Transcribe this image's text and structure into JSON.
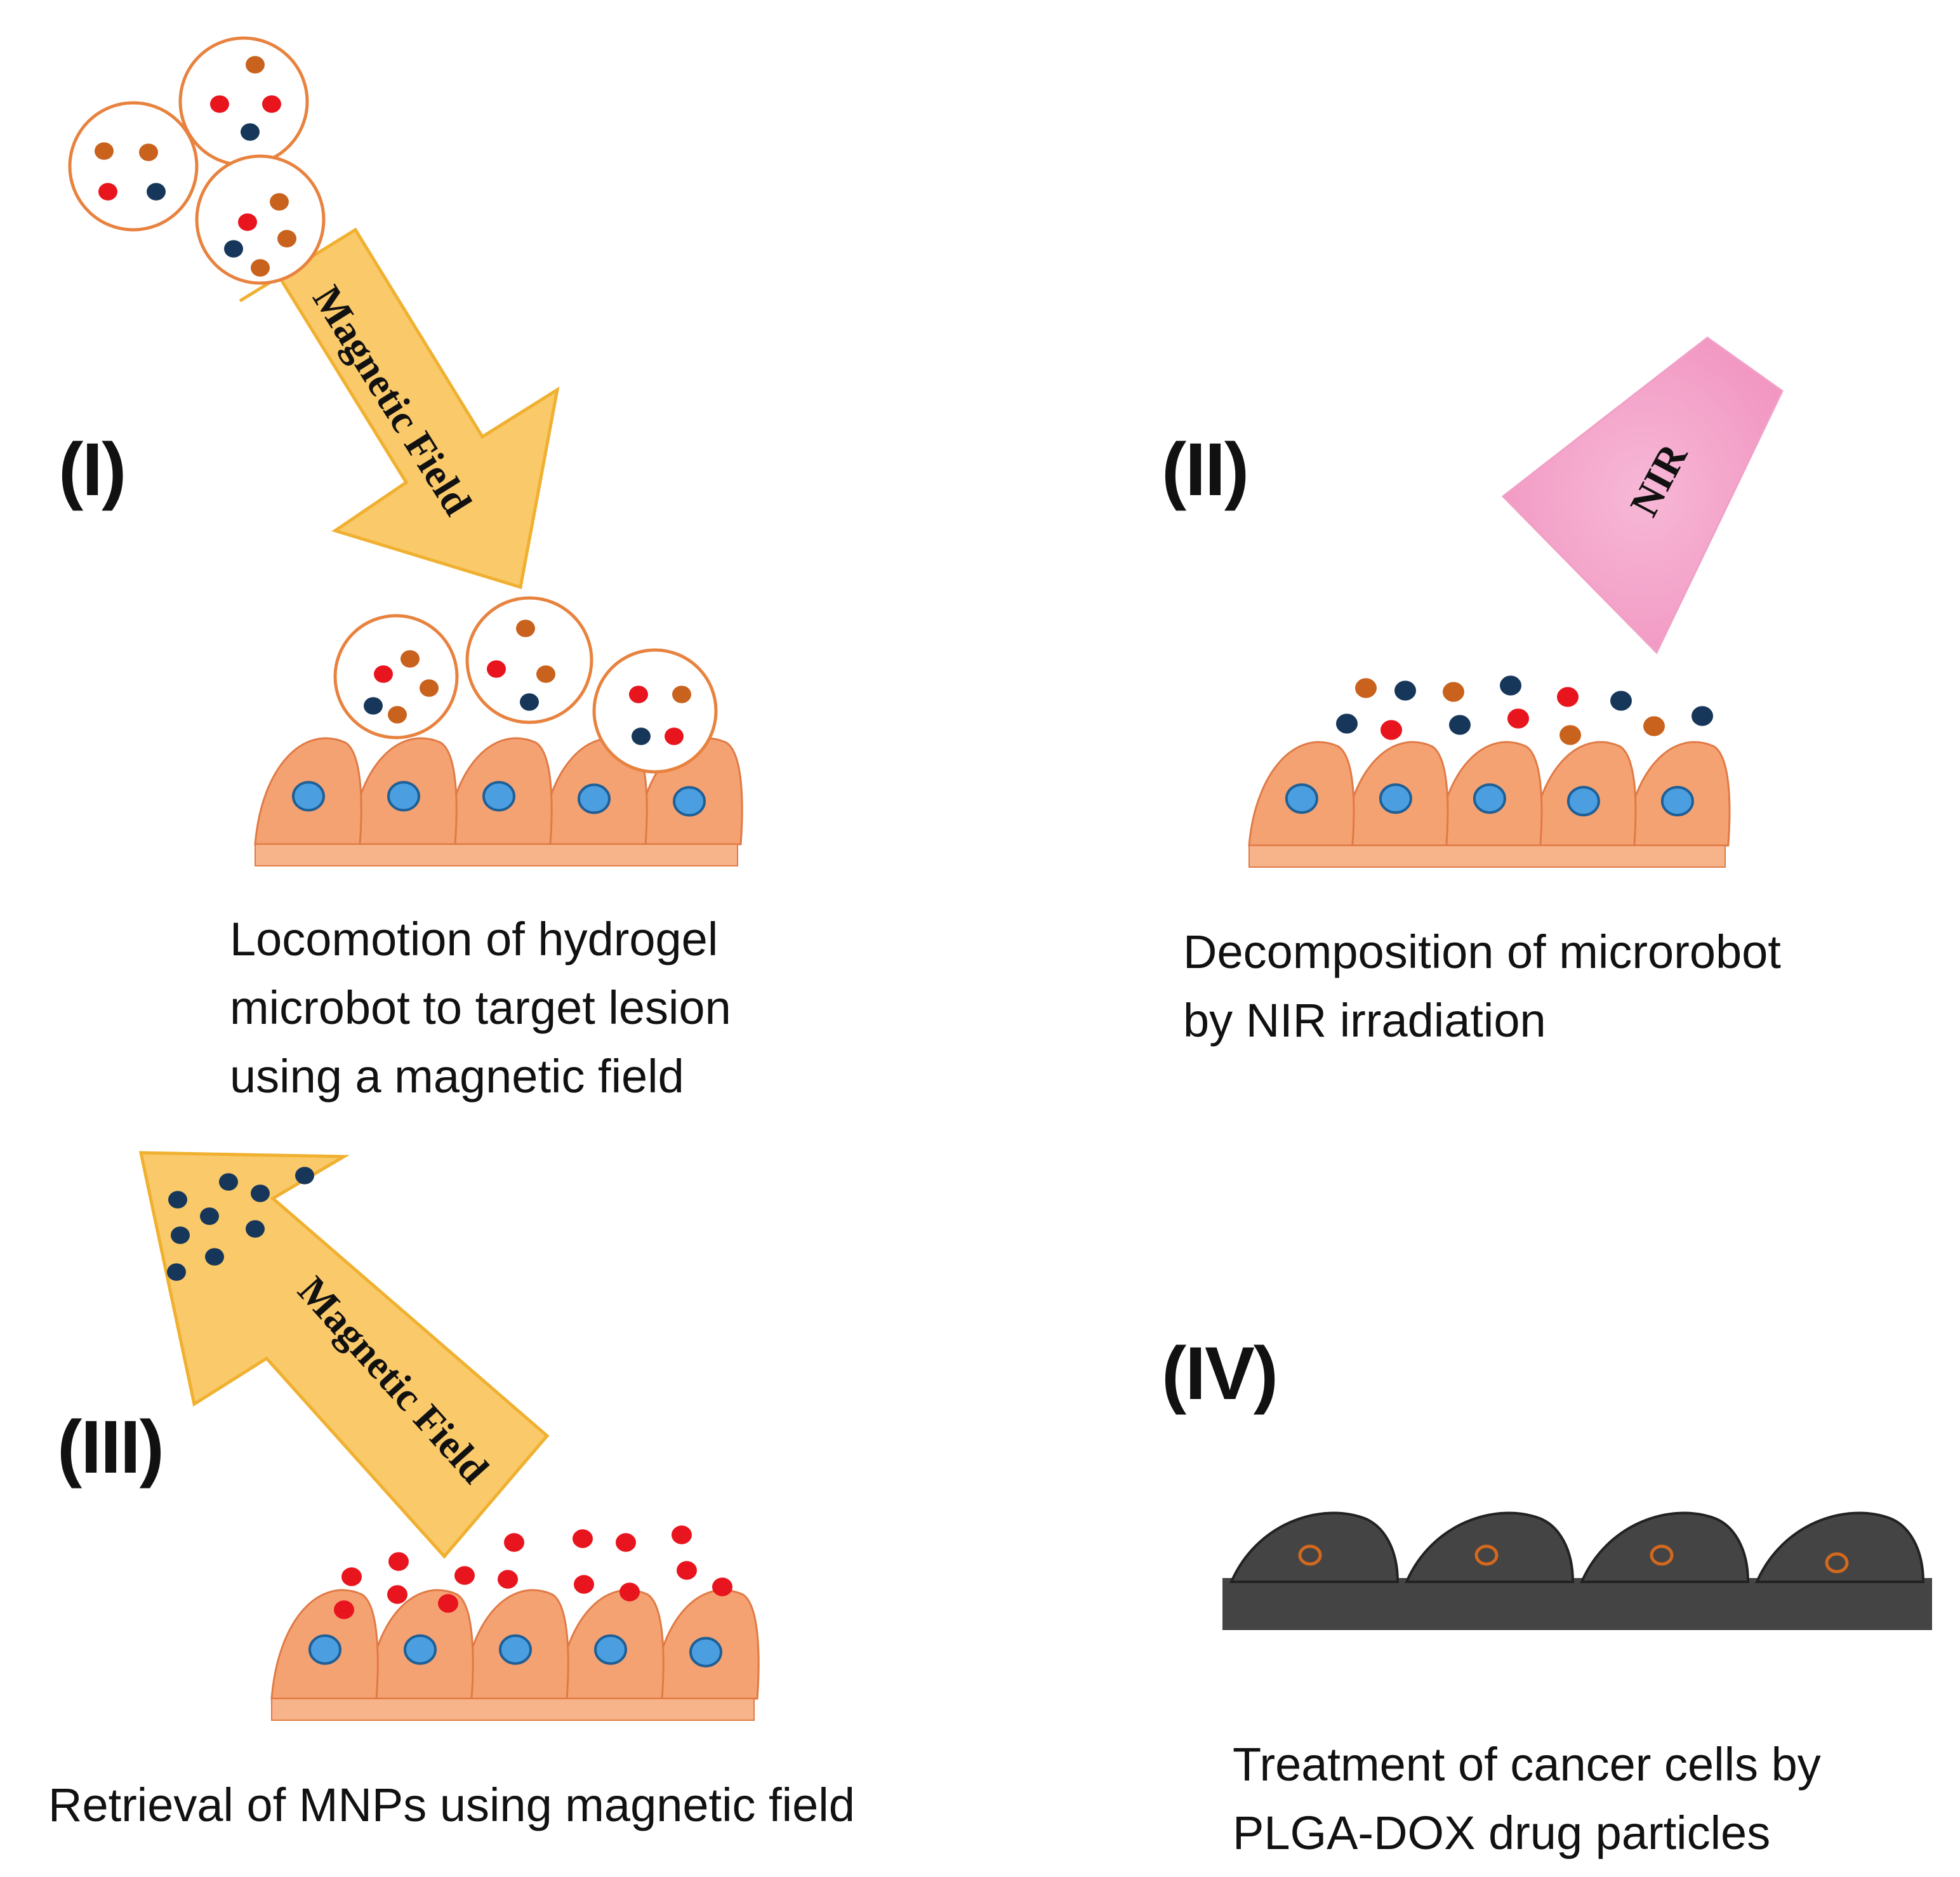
{
  "panels": {
    "p1": {
      "label": "(I)",
      "arrow_label": "Magnetic Field",
      "caption": [
        "Locomotion of hydrogel",
        "microbot to target lesion",
        "using a magnetic field"
      ]
    },
    "p2": {
      "label": "(II)",
      "beam_label": "NIR",
      "caption": [
        "Decomposition of microrobot",
        "by NIR irradiation"
      ]
    },
    "p3": {
      "label": "(III)",
      "arrow_label": "Magnetic Field",
      "caption": [
        "Retrieval of MNPs using magnetic field"
      ]
    },
    "p4": {
      "label": "(IV)",
      "caption": [
        "Treatment of cancer cells by",
        "PLGA-DOX drug particles"
      ]
    }
  },
  "colors": {
    "cell": "#f5a273",
    "cell_edge": "#e07a45",
    "base": "#f7b48a",
    "nucleus": "#4b9fe0",
    "nucleus_edge": "#1f5f95",
    "shell": "#e8823f",
    "drug_red": "#e8141e",
    "drug_orange": "#c8621c",
    "mnp_navy": "#17375a",
    "arrow_fill": "#f9c96a",
    "arrow_edge": "#f0b030",
    "nir": "#f3a6c8",
    "cancer": "#444444",
    "cancer_nucleus": "#d2691e"
  }
}
